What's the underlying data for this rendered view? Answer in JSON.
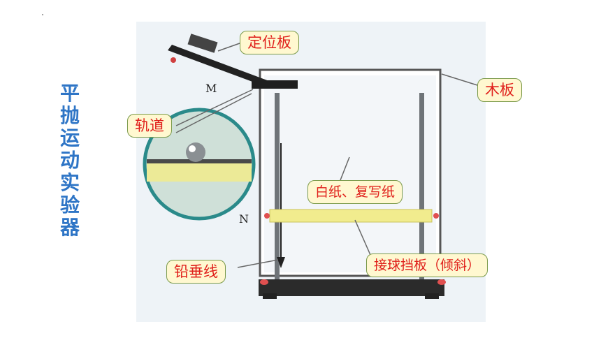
{
  "title": "平抛运动实验器",
  "labels": {
    "positioning_plate": "定位板",
    "wood_board": "木板",
    "track": "轨道",
    "paper": "白纸、复写纸",
    "ball_baffle": "接球挡板（倾斜）",
    "plumb_line": "铅垂线"
  },
  "marks": {
    "m": "M",
    "n": "N"
  },
  "colors": {
    "title": "#2e75c6",
    "callout_text": "#e0201b",
    "callout_fill": "#fff8d0",
    "baffle": "#f1ec8e"
  }
}
